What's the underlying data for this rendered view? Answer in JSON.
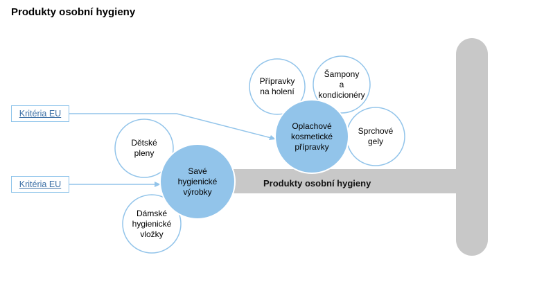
{
  "title": "Produkty osobní hygieny",
  "links": {
    "criteria_top": "Kritéria EU",
    "criteria_bottom": "Kritéria EU"
  },
  "bar_label": "Produkty osobní hygieny",
  "hubs": {
    "rinse_off": "Oplachové\nkosmetické\npřípravky",
    "absorbent": "Savé\nhygienické\nvýrobky"
  },
  "items": {
    "shaving": "Přípravky\nna holení",
    "shampoo": "Šampony\na\nkondicionéry",
    "shower_gel": "Sprchové\ngely",
    "diapers": "Dětské\npleny",
    "pads": "Dámské\nhygienické\nvložky"
  },
  "colors": {
    "bar": "#c8c8c8",
    "hub_fill": "#92c4ea",
    "ring": "#92c4ea",
    "link_border": "#8cc3ea",
    "link_text": "#3a6ea5"
  }
}
